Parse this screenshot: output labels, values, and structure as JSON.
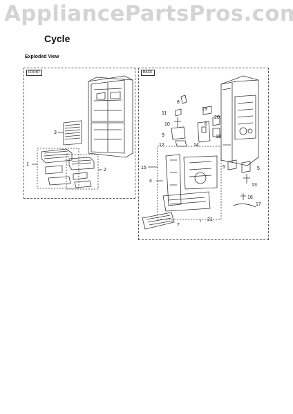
{
  "watermark": "AppliancePartsPros.com",
  "title": "Cycle",
  "subtitle": "Exploded View",
  "front_panel": {
    "tag": "FRONT"
  },
  "back_panel": {
    "tag": "BACK"
  },
  "front_callouts": [
    "1",
    "2",
    "3"
  ],
  "back_callouts": [
    "4",
    "5",
    "6",
    "7",
    "8",
    "9",
    "10",
    "11",
    "12",
    "13",
    "14",
    "15",
    "16",
    "17",
    "18",
    "19",
    "20",
    "21"
  ]
}
